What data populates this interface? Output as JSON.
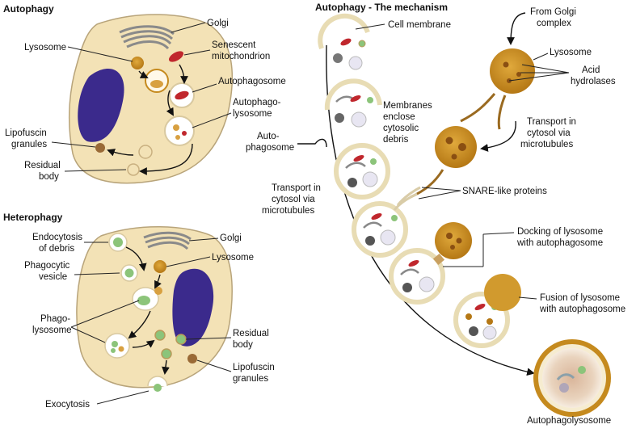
{
  "autophagy": {
    "title": "Autophagy",
    "labels": {
      "golgi": "Golgi",
      "lysosome": "Lysosome",
      "senescent_1": "Senescent",
      "senescent_2": "mitochondrion",
      "autophagosome": "Autophagosome",
      "autophago_1": "Autophago-",
      "autophago_2": "lysosome",
      "lipofuscin_1": "Lipofuscin",
      "lipofuscin_2": "granules",
      "residual_1": "Residual",
      "residual_2": "body"
    }
  },
  "heterophagy": {
    "title": "Heterophagy",
    "labels": {
      "endocytosis_1": "Endocytosis",
      "endocytosis_2": "of debris",
      "golgi": "Golgi",
      "phagocytic_1": "Phagocytic",
      "phagocytic_2": "vesicle",
      "lysosome": "Lysosome",
      "phago_1": "Phago-",
      "phago_2": "lysosome",
      "residual_1": "Residual",
      "residual_2": "body",
      "lipofuscin_1": "Lipofuscin",
      "lipofuscin_2": "granules",
      "exocytosis": "Exocytosis"
    }
  },
  "mechanism": {
    "title": "Autophagy - The mechanism",
    "labels": {
      "cell_membrane": "Cell membrane",
      "from_golgi_1": "From Golgi",
      "from_golgi_2": "complex",
      "lysosome": "Lysosome",
      "acid_1": "Acid",
      "acid_2": "hydrolases",
      "membranes_1": "Membranes",
      "membranes_2": "enclose",
      "membranes_3": "cytosolic",
      "membranes_4": "debris",
      "transport_right_1": "Transport in",
      "transport_right_2": "cytosol via",
      "transport_right_3": "microtubules",
      "auto_1": "Auto-",
      "auto_2": "phagosome",
      "snare": "SNARE-like proteins",
      "transport_left_1": "Transport in",
      "transport_left_2": "cytosol via",
      "transport_left_3": "microtubules",
      "docking_1": "Docking of lysosome",
      "docking_2": "with autophagosome",
      "fusion_1": "Fusion of lysosome",
      "fusion_2": "with autophagosome",
      "autophagolysosome": "Autophagolysosome"
    }
  },
  "colors": {
    "cytoplasm": "#f3e2b6",
    "cell_outline": "#b8a47a",
    "nucleus": "#3b2a8c",
    "lysosome": "#c58a1e",
    "lysosome_spot": "#8a4f12",
    "mitochondrion": "#c0272d",
    "vesicle_green": "#8cc47a",
    "golgi": "#8a8a8a",
    "membrane_ring": "#e8dcb4"
  }
}
